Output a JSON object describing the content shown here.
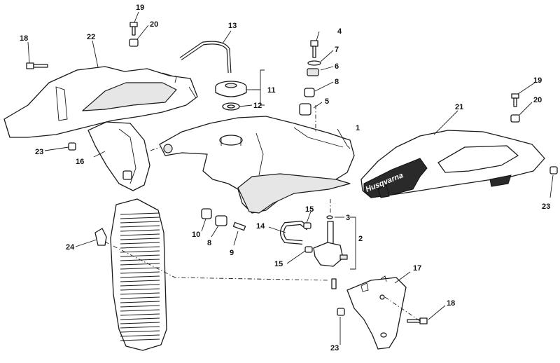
{
  "diagram": {
    "callouts": {
      "c1": "1",
      "c2": "2",
      "c3": "3",
      "c4": "4",
      "c5": "5",
      "c6": "6",
      "c7": "7",
      "c8a": "8",
      "c8b": "8",
      "c9": "9",
      "c10": "10",
      "c11": "11",
      "c12": "12",
      "c13": "13",
      "c14": "14",
      "c15a": "15",
      "c15b": "15",
      "c16": "16",
      "c17": "17",
      "c18a": "18",
      "c18b": "18",
      "c19a": "19",
      "c19b": "19",
      "c20a": "20",
      "c20b": "20",
      "c21": "21",
      "c22": "22",
      "c23a": "23",
      "c23b": "23",
      "c23c": "23",
      "c24": "24"
    },
    "brand_text": "Husqvarna"
  }
}
